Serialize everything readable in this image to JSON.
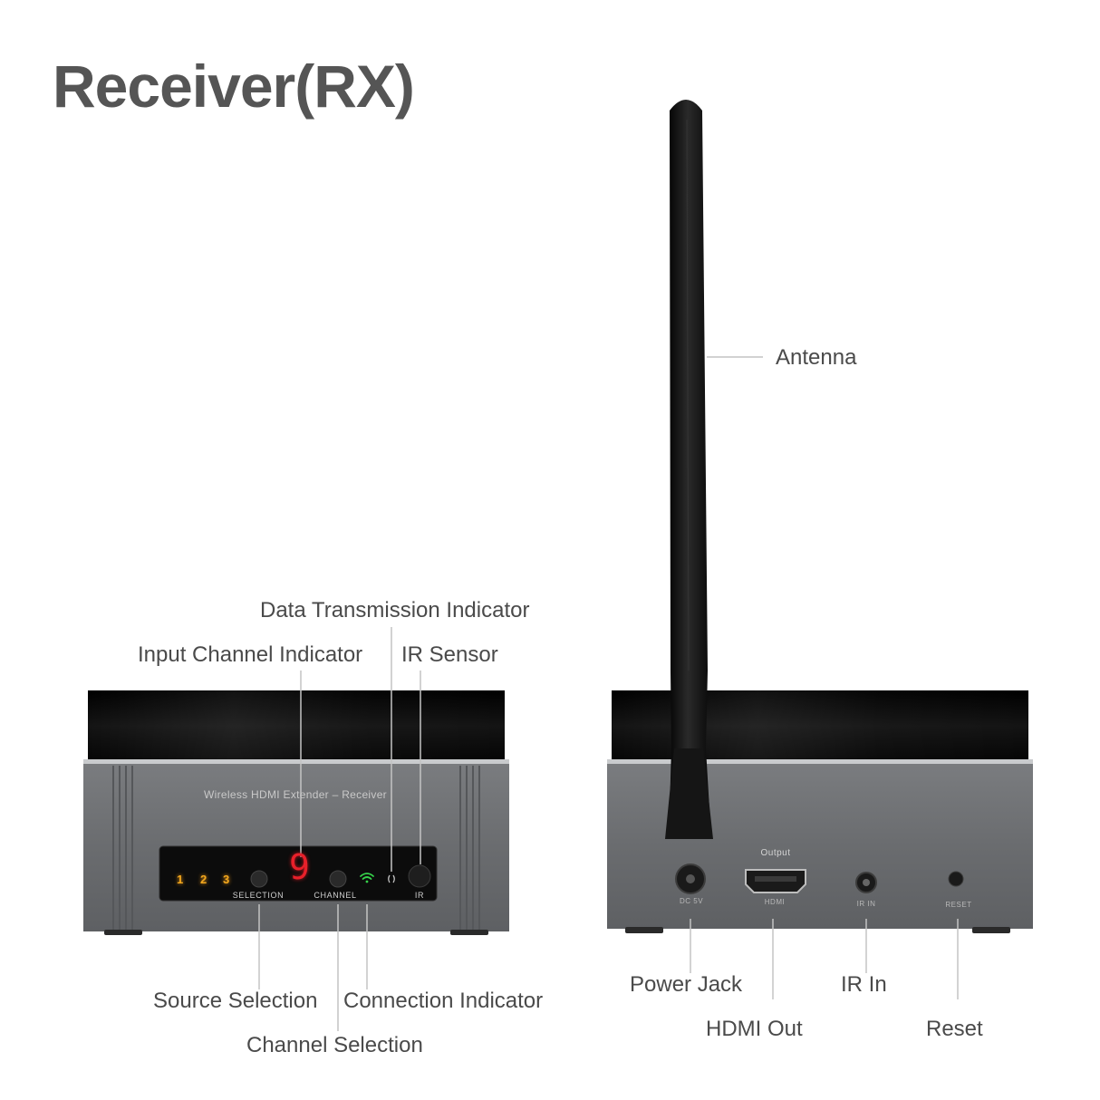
{
  "title": "Receiver(RX)",
  "callouts": {
    "antenna": "Antenna",
    "data_transmission": "Data Transmission Indicator",
    "input_channel": "Input Channel Indicator",
    "ir_sensor": "IR Sensor",
    "source_selection": "Source Selection",
    "connection_indicator": "Connection Indicator",
    "channel_selection": "Channel Selection",
    "power_jack": "Power Jack",
    "ir_in": "IR In",
    "hdmi_out": "HDMI Out",
    "reset": "Reset"
  },
  "front_panel": {
    "device_label": "Wireless HDMI Extender – Receiver",
    "leds": [
      "1",
      "2",
      "3"
    ],
    "display_digit": "9",
    "selection_label": "SELECTION",
    "channel_label": "CHANNEL",
    "ir_label": "IR",
    "wifi_icon": "wifi-icon",
    "data_icon": "data-transmission-icon"
  },
  "back_panel": {
    "dc_label": "DC 5V",
    "output_label": "Output",
    "hdmi_label": "HDMI",
    "ir_in_label": "IR IN",
    "reset_label": "RESET"
  },
  "colors": {
    "title": "#555555",
    "callout_text": "#4a4a4a",
    "chassis": "#6b6d70",
    "top_gloss": "#0a0a0a",
    "led_amber": "#f4a81e",
    "display_red": "#e8202a",
    "wifi_green": "#35d24a"
  }
}
